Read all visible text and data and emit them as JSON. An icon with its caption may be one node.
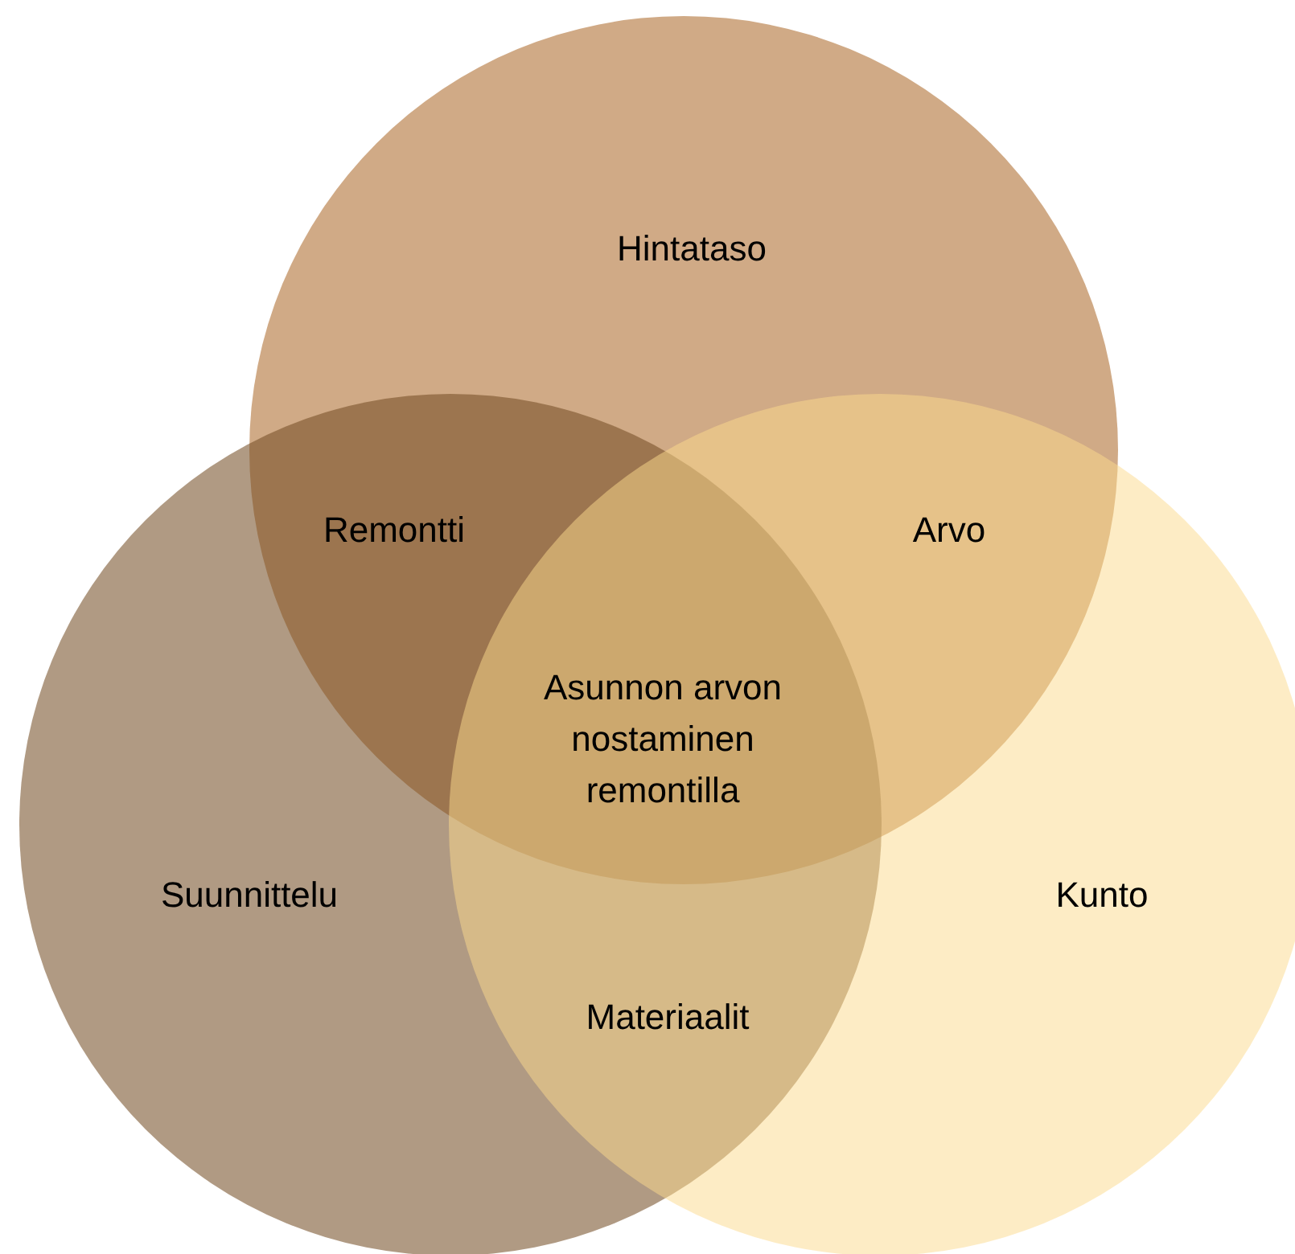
{
  "diagram": {
    "nodes": [
      {
        "text": [
          "Hintataso"
        ]
      },
      {
        "text": [
          "Suunnittelu"
        ]
      },
      {
        "text": [
          "Kunto"
        ]
      }
    ],
    "labels": [
      "Remontti",
      "Arvo",
      "Asunnon arvon nostaminen remontilla",
      "Materiaalit"
    ]
  }
}
